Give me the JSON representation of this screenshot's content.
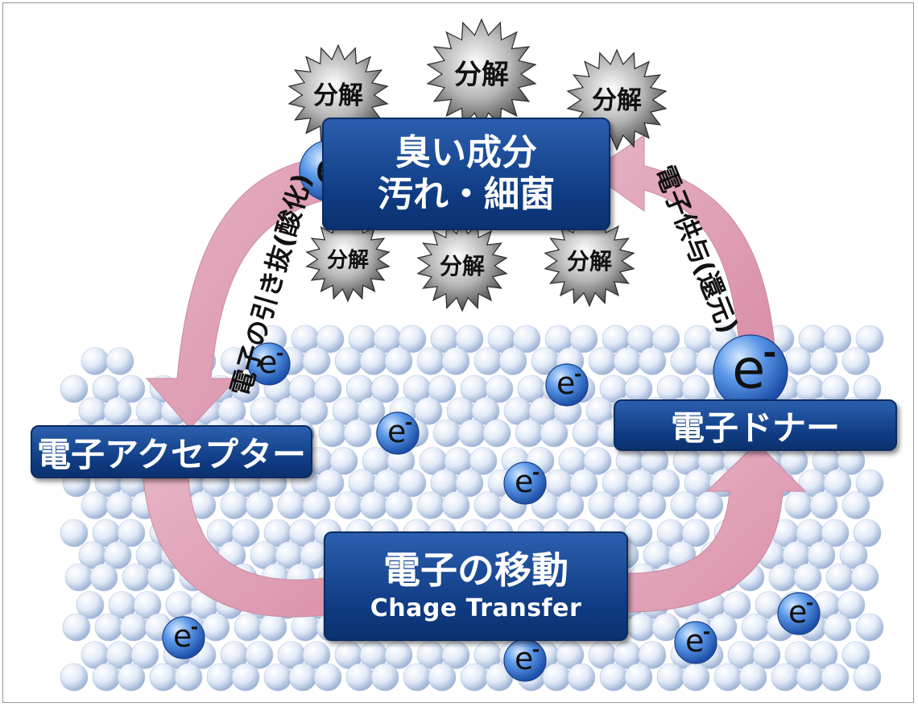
{
  "target_box": {
    "line1": "臭い成分",
    "line2": "汚れ・細菌"
  },
  "acceptor_box": {
    "label": "電子アクセプター"
  },
  "donor_box": {
    "label": "電子ドナー"
  },
  "transfer_box": {
    "label_jp": "電子の移動",
    "label_en": "Chage Transfer"
  },
  "oxidation_label": "電子の引き抜(酸化)",
  "reduction_label": "電子供与(還元)",
  "decompose_label": "分解",
  "electron_symbol": "e",
  "electron_charge": "-",
  "colors": {
    "box_blue": "#0f3b82",
    "arrow_pink": "#e4a9bd",
    "bubble": "#dfe8f8",
    "electron_blue": "#3d7fdc",
    "starburst": "#555555"
  }
}
